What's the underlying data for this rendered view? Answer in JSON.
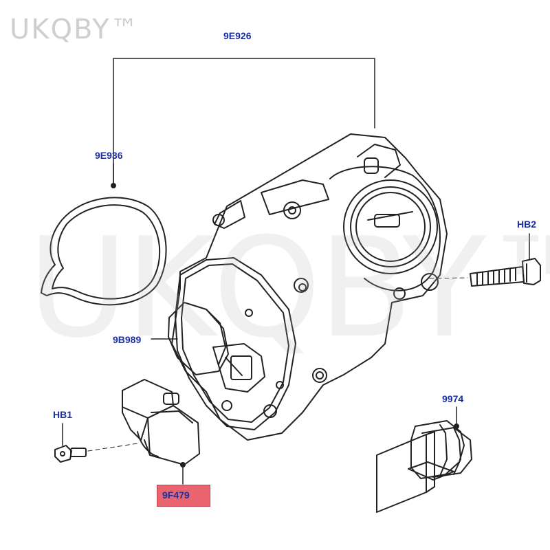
{
  "watermark": {
    "brand": "UKQBY™",
    "background_mark": "UKQBY™"
  },
  "callouts": {
    "throttle_body": "9E926",
    "gasket": "9E936",
    "bolt_right": "HB2",
    "motor_cover": "9B989",
    "bolt_left": "HB1",
    "sensor": "9F479",
    "connector": "9974"
  },
  "colors": {
    "callout_text": "#1b2f9e",
    "highlight": "#e9646f",
    "line_art": "#222222"
  }
}
